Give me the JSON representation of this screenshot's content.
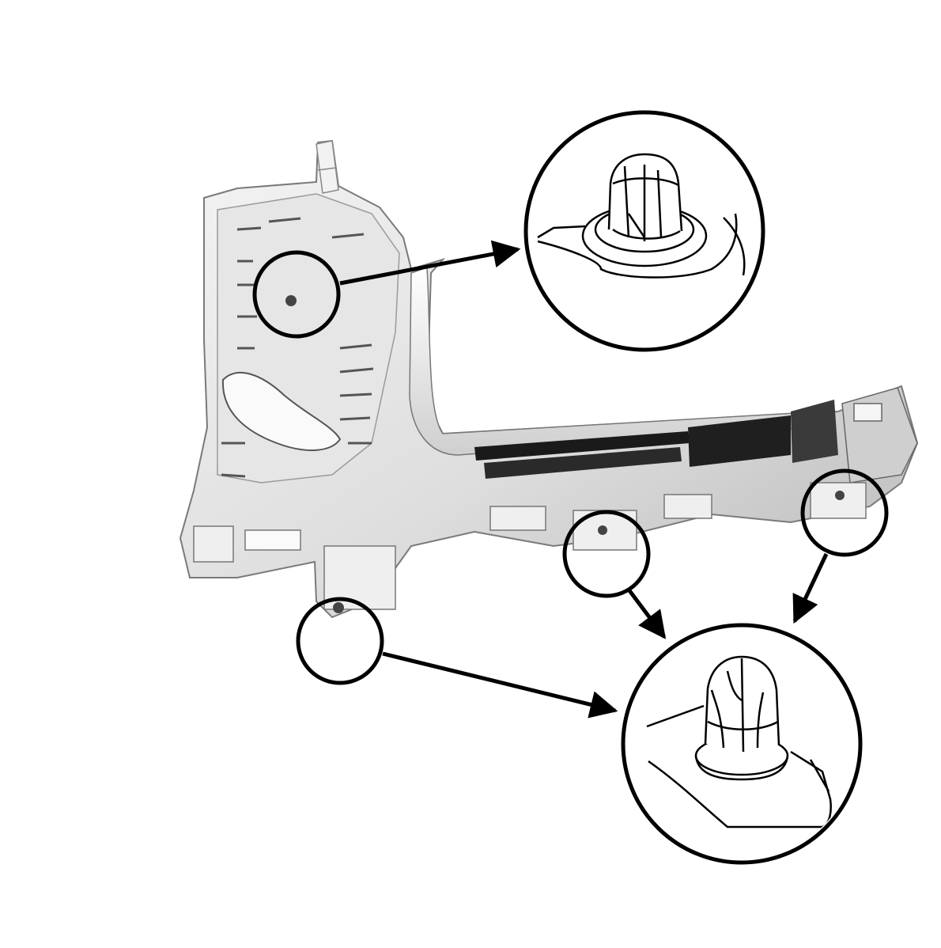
{
  "diagram": {
    "labels": [],
    "callouts": {
      "upper_clip": {
        "marker_count": 1,
        "detail_type": "push-pin retainer"
      },
      "lower_clips": {
        "marker_count": 3,
        "detail_type": "push-pin retainer"
      }
    },
    "colors": {
      "line": "#000000",
      "panel_light": "#f0f0f0",
      "panel_mid": "#d6d6d6",
      "panel_dark": "#9a9a9a",
      "slot": "#1a1a1a",
      "background": "#ffffff"
    }
  }
}
